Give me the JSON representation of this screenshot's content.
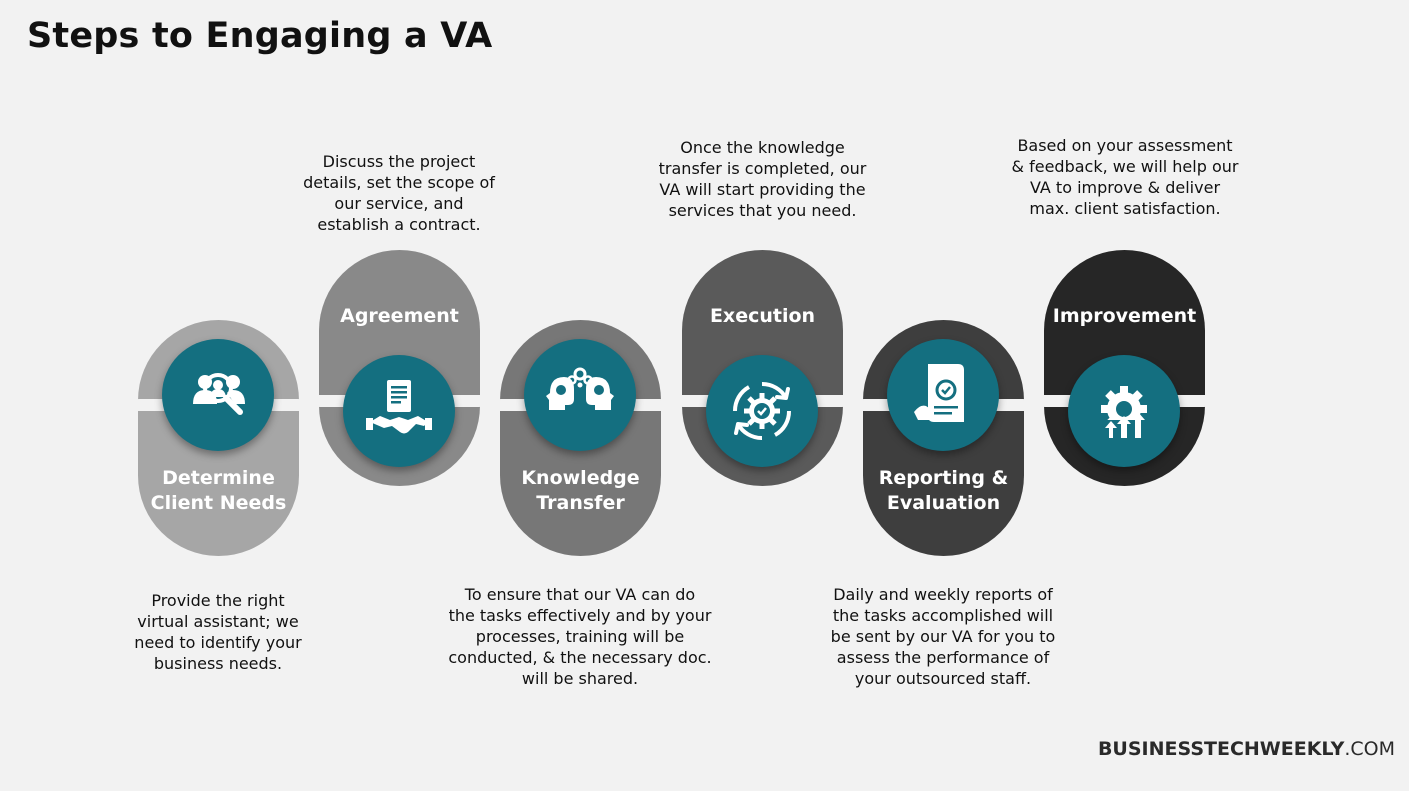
{
  "title": "Steps to Engaging a VA",
  "brand": {
    "bold": "BUSINESSTECHWEEKLY",
    "light": ".COM"
  },
  "steps": [
    {
      "label_line1": "Determine",
      "label_line2": "Client Needs",
      "description": [
        "Provide the right",
        "virtual assistant; we",
        "need to identify your",
        "business needs."
      ],
      "color": "#a6a6a6",
      "icon": "people-search-icon"
    },
    {
      "label_line1": "Agreement",
      "label_line2": "",
      "description": [
        "Discuss the project",
        "details, set the scope of",
        "our service, and",
        "establish a contract."
      ],
      "color": "#898989",
      "icon": "contract-handshake-icon"
    },
    {
      "label_line1": "Knowledge",
      "label_line2": "Transfer",
      "description": [
        "To ensure that our VA can do",
        "the tasks effectively and by your",
        "processes, training will be",
        "conducted, & the necessary doc.",
        "will be shared."
      ],
      "color": "#777777",
      "icon": "knowledge-transfer-icon"
    },
    {
      "label_line1": "Execution",
      "label_line2": "",
      "description": [
        "Once the knowledge",
        "transfer is completed, our",
        "VA will start providing the",
        "services that you need."
      ],
      "color": "#5a5a5a",
      "icon": "gear-cycle-icon"
    },
    {
      "label_line1": "Reporting &",
      "label_line2": "Evaluation",
      "description": [
        "Daily and weekly reports of",
        "the tasks accomplished will",
        "be sent by our VA for you to",
        "assess the performance of",
        "your outsourced staff."
      ],
      "color": "#3e3e3e",
      "icon": "report-review-icon"
    },
    {
      "label_line1": "Improvement",
      "label_line2": "",
      "description": [
        "Based on your assessment",
        "& feedback, we will help our",
        "VA to improve & deliver",
        "max. client satisfaction."
      ],
      "color": "#262626",
      "icon": "gear-growth-icon"
    }
  ]
}
